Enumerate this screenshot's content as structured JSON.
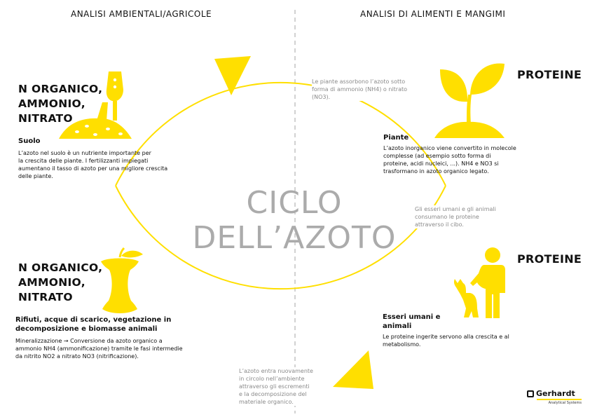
{
  "headers": {
    "left": "ANALISI AMBIENTALI/AGRICOLE",
    "right": "ANALISI DI ALIMENTI E MANGIMI"
  },
  "center_title": {
    "line1": "CICLO",
    "line2": "DELL’AZOTO"
  },
  "top_left": {
    "title": [
      "N ORGANICO,",
      "AMMONIO,",
      "NITRATO"
    ],
    "subtitle": "Suolo",
    "text": [
      "L’azoto nel suolo è un nutriente importante per",
      "la crescita delle piante. I fertilizzanti impiegati",
      "aumentano il tasso di azoto per una migliore crescita",
      "delle piante."
    ]
  },
  "bottom_left": {
    "title": [
      "N ORGANICO,",
      "AMMONIO,",
      "NITRATO"
    ],
    "subtitle": [
      "Rifiuti, acque di scarico, vegetazione in",
      "decomposizione e biomasse animali"
    ],
    "text": [
      "Mineralizzazione → Conversione da azoto organico a",
      "ammonio NH4 (ammonificazione) tramite le fasi intermedie",
      "da nitrito NO2 a nitrato NO3 (nitrificazione)."
    ]
  },
  "top_right": {
    "title": "PROTEINE",
    "subtitle": "Piante",
    "text": [
      "L’azoto inorganico viene convertito in molecole",
      "complesse (ad esempio sotto forma di",
      "proteine, acidi nucleici, ...). NH4 e NO3 si",
      "trasformano in azoto organico legato."
    ]
  },
  "bottom_right": {
    "title": "PROTEINE",
    "subtitle": [
      "Esseri umani e",
      "animali"
    ],
    "text": [
      "Le proteine ingerite servono alla crescita e al",
      "metabolismo."
    ]
  },
  "notes": {
    "plants_absorb": [
      "Le piante assorbono l’azoto sotto",
      "forma di ammonio (NH4) o nitrato",
      "(NO3)."
    ],
    "consume": [
      "Gli esseri umani e gli animali",
      "consumano le proteine",
      "attraverso il cibo."
    ],
    "recirculate": [
      "L’azoto entra nuovamente",
      "in circolo nell’ambiente",
      "attraverso gli escrementi",
      "e la decomposizione del",
      "materiale organico."
    ]
  },
  "logo": {
    "name": "Gerhardt",
    "tagline": "Analytical Systems"
  },
  "icons": [
    "shovel-soil-icon",
    "apple-core-icon",
    "sprout-icon",
    "person-dog-icon",
    "arrow-icon"
  ],
  "colors": {
    "accent": "#FFDF00",
    "gray_text": "#8a8a8a",
    "title_gray": "#ababab"
  }
}
